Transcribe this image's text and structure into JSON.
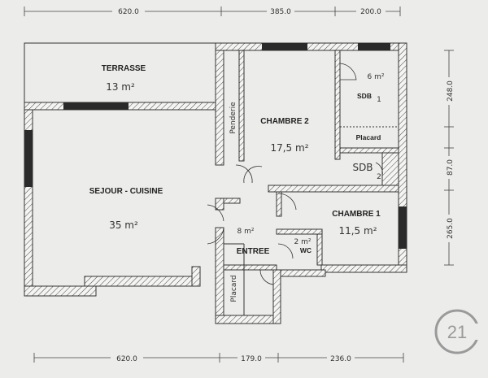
{
  "rooms": {
    "terrasse": {
      "name": "TERRASSE",
      "area": "13 m²"
    },
    "chambre2": {
      "name": "CHAMBRE 2",
      "area": "17,5 m²"
    },
    "sdb1": {
      "name": "SDB",
      "sub": "1",
      "area": "6 m²"
    },
    "placard_sdb": {
      "name": "Placard"
    },
    "sejour": {
      "name": "SEJOUR - CUISINE",
      "area": "35 m²"
    },
    "sdb2": {
      "name": "SDB",
      "sub": "2"
    },
    "chambre1": {
      "name": "CHAMBRE 1",
      "area": "11,5 m²"
    },
    "entree": {
      "name": "ENTREE",
      "area": "8 m²"
    },
    "wc": {
      "name": "WC",
      "area": "2 m²"
    },
    "penderie": {
      "name": "Penderie"
    },
    "placard_entree": {
      "name": "Placard"
    }
  },
  "dimensions": {
    "top": [
      "620.0",
      "385.0",
      "200.0"
    ],
    "bottom": [
      "620.0",
      "179.0",
      "236.0"
    ],
    "right": [
      "248.0",
      "87.0",
      "265.0"
    ]
  },
  "logo": {
    "text": "21"
  },
  "colors": {
    "wall_hatch": "#333333",
    "window": "#2a2a2a",
    "background": "#e9e9e6"
  }
}
